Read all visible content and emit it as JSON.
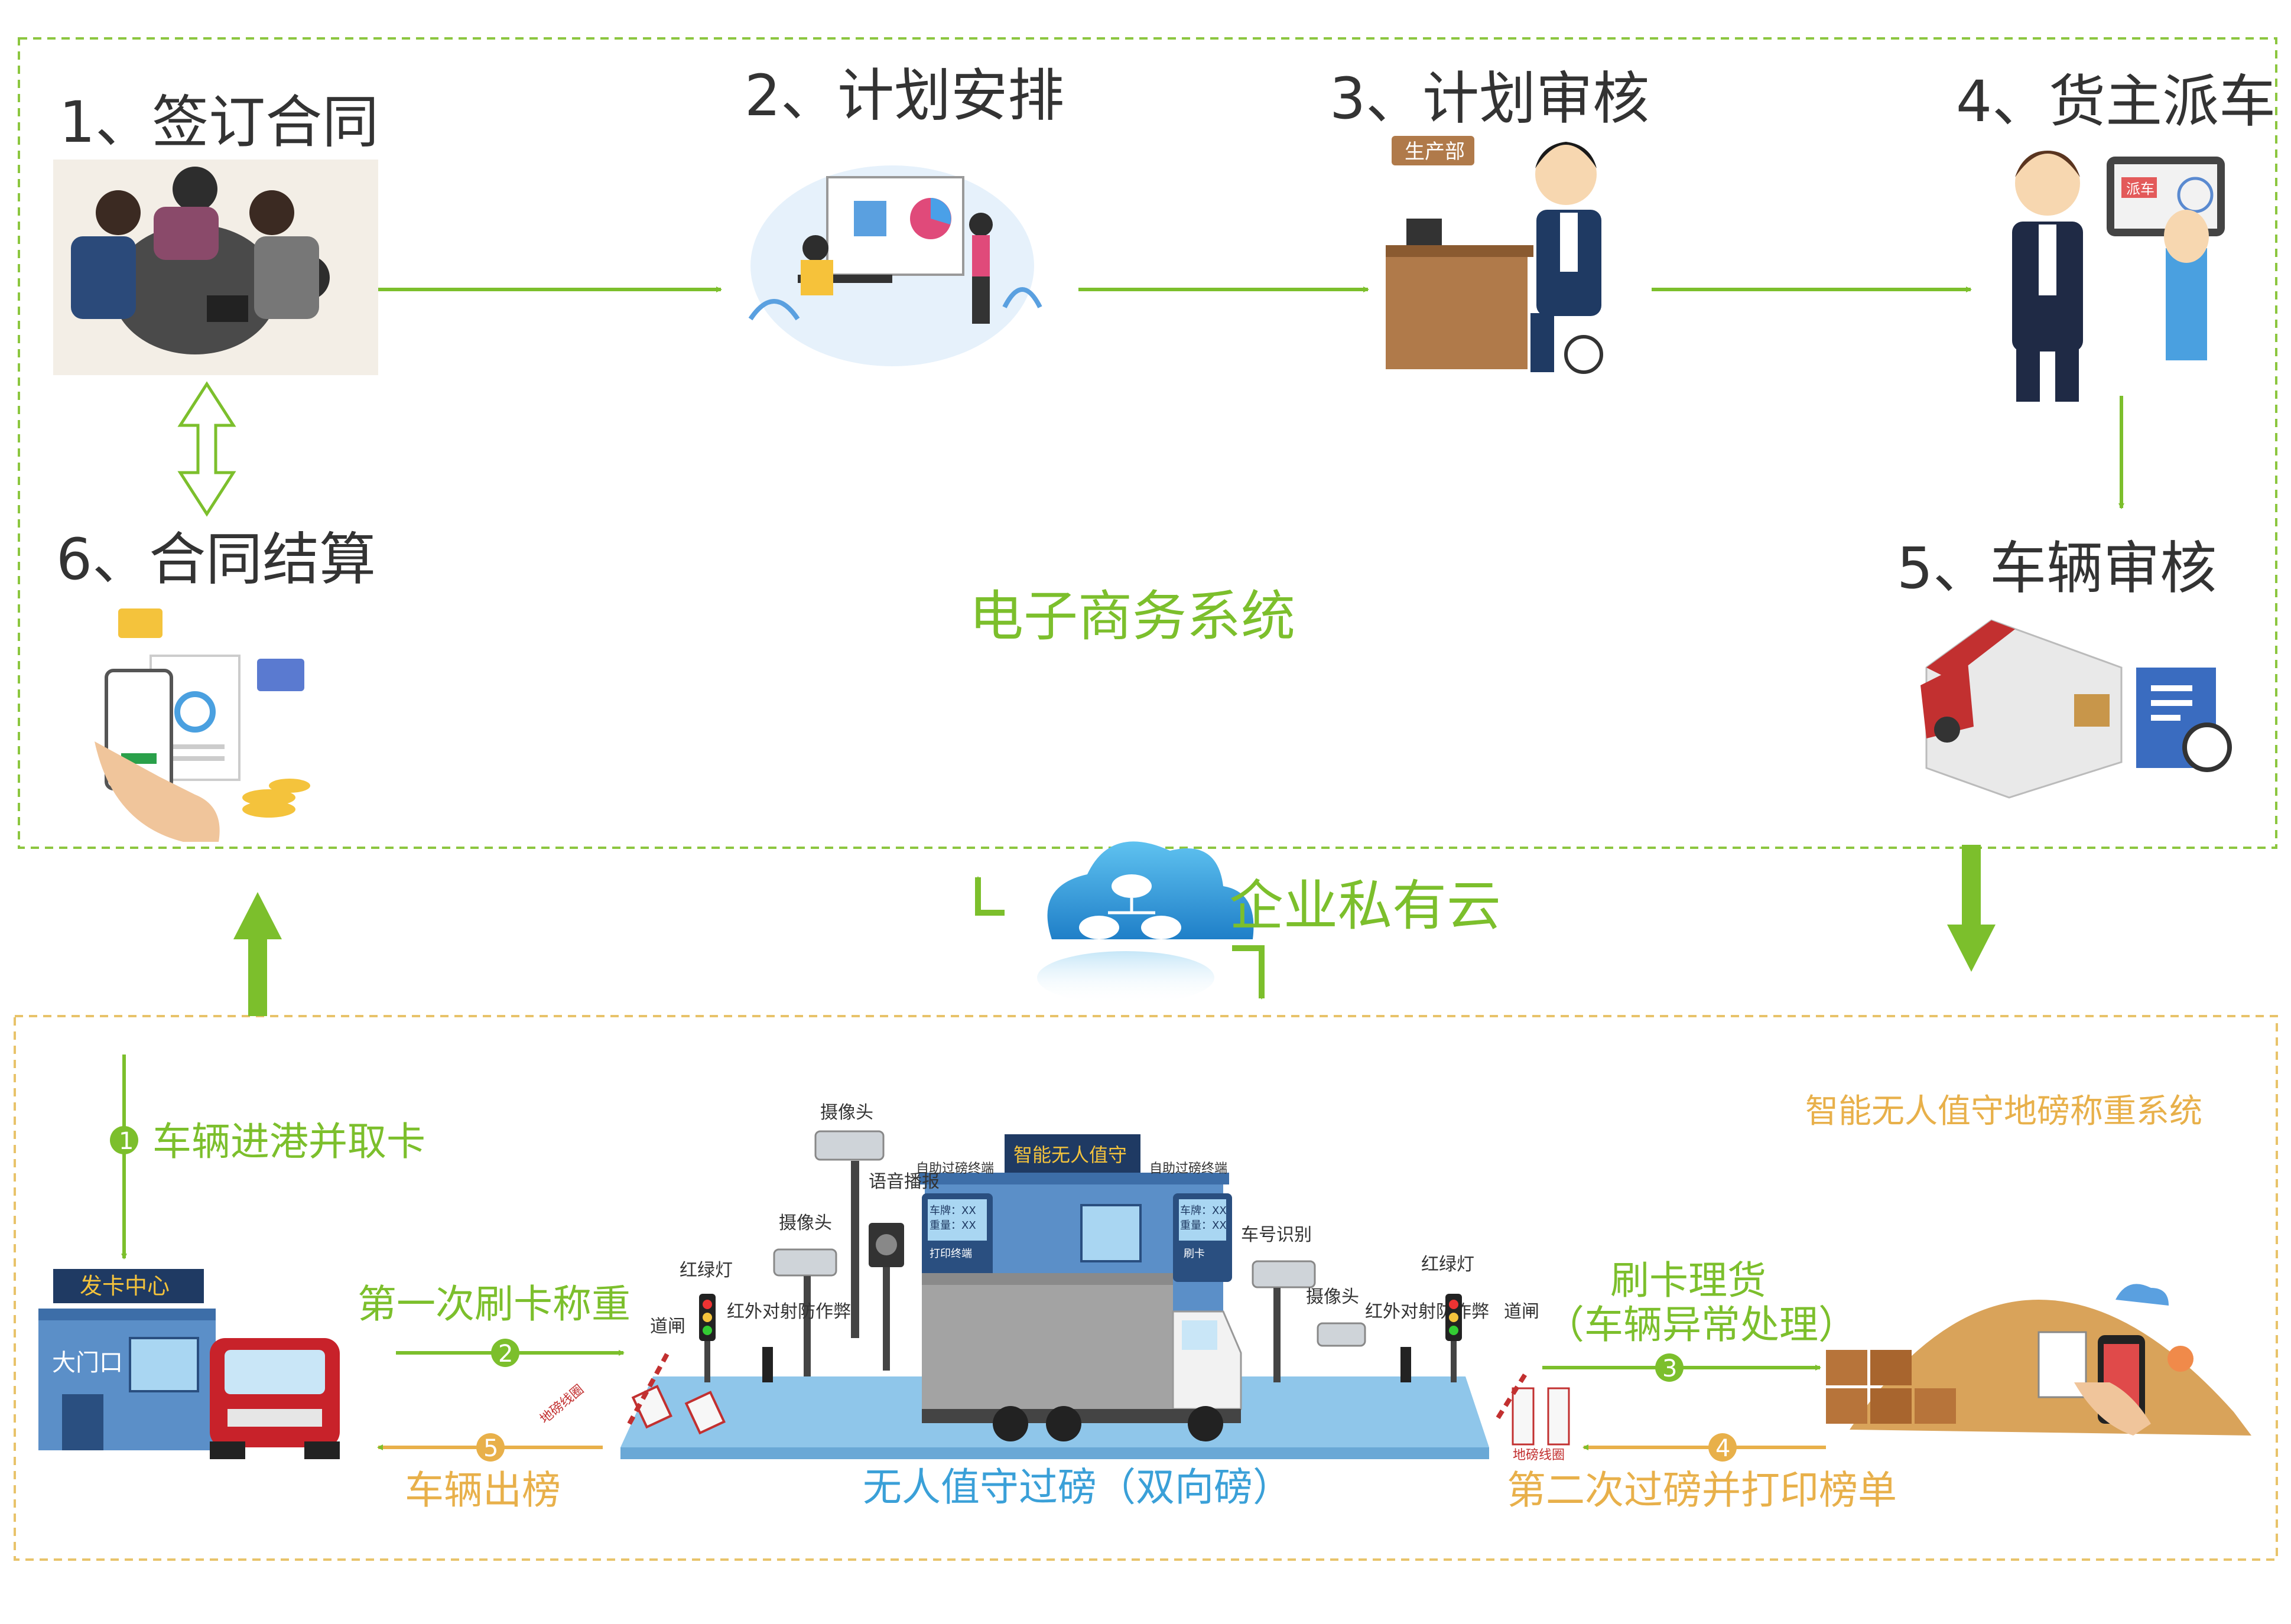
{
  "ecommerce": {
    "system_label": "电子商务系统",
    "steps": [
      {
        "label": "1、签订合同"
      },
      {
        "label": "2、计划安排"
      },
      {
        "label": "3、计划审核",
        "tag": "生产部"
      },
      {
        "label": "4、货主派车",
        "tablet_text": "派车"
      },
      {
        "label": "5、车辆审核"
      },
      {
        "label": "6、合同结算"
      }
    ]
  },
  "cloud": {
    "label": "企业私有云"
  },
  "weighbridge": {
    "system_label": "智能无人值守地磅称重系统",
    "steps": [
      {
        "num": "1",
        "label": "车辆进港并取卡"
      },
      {
        "num": "2",
        "label": "第一次刷卡称重"
      },
      {
        "num": "3",
        "label": "刷卡理货",
        "sub": "（车辆异常处理）"
      },
      {
        "num": "4",
        "label": "第二次过磅并打印榜单"
      },
      {
        "num": "5",
        "label": "车辆出榜"
      }
    ],
    "bottom_label": "无人值守过磅（双向磅）",
    "card_center": "发卡中心",
    "gate": "大门口",
    "station_sign": "智能无人值守",
    "terminal": "自助过磅终端",
    "terminal_plate": "车牌：XX",
    "terminal_weight": "重量：XX",
    "print_btn": "打印终端",
    "card_btn": "刷卡",
    "devices": {
      "camera": "摄像头",
      "voice": "语音播报",
      "plate_recog": "车号识别",
      "traffic_light": "红绿灯",
      "barrier": "道闸",
      "infrared": "红外对射防作弊",
      "ground_line": "地磅线圈"
    }
  },
  "colors": {
    "green": "#7cbf2c",
    "dark_green": "#5aa41c",
    "orange": "#e8b04a",
    "blue": "#3aa0d8",
    "border_green": "#8cc63f",
    "border_orange": "#e8c36a"
  }
}
